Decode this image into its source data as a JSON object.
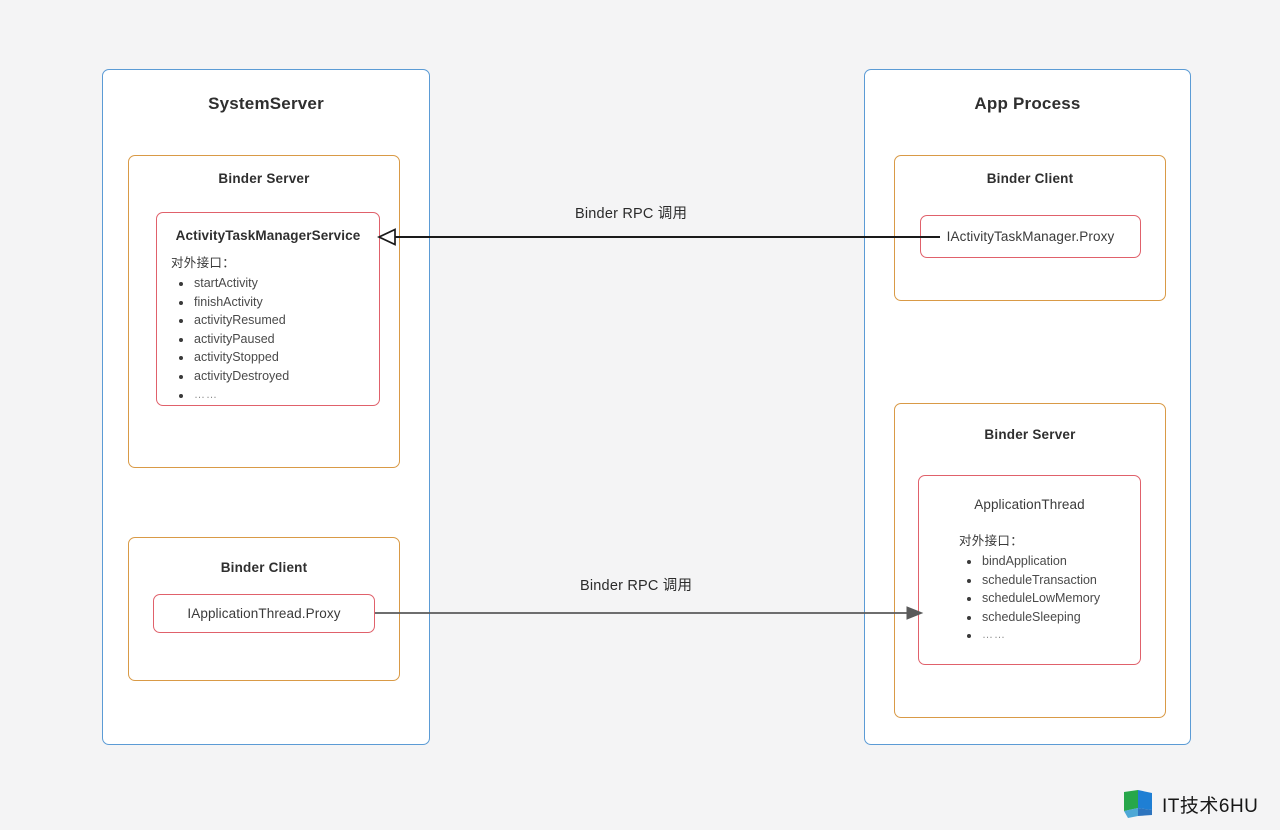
{
  "diagram": {
    "title_hidden": "",
    "background_color": "#f4f4f5",
    "colors": {
      "process_border": "#5b9bd5",
      "binder_border": "#d99a46",
      "interface_border": "#e0616b",
      "arrow_top": "#1a1a1a",
      "arrow_bottom": "#5a5a5a"
    }
  },
  "system_server": {
    "title": "SystemServer",
    "binder_server": {
      "title": "Binder Server",
      "interface": {
        "title": "ActivityTaskManagerService",
        "caption": "对外接口：",
        "methods": [
          "startActivity",
          "finishActivity",
          "activityResumed",
          "activityPaused",
          "activityStopped",
          "activityDestroyed",
          "……"
        ]
      }
    },
    "binder_client": {
      "title": "Binder Client",
      "proxy": {
        "title": "IApplicationThread.Proxy"
      }
    }
  },
  "app_process": {
    "title": "App Process",
    "binder_client": {
      "title": "Binder Client",
      "proxy": {
        "title": "IActivityTaskManager.Proxy"
      }
    },
    "binder_server": {
      "title": "Binder Server",
      "interface": {
        "title": "ApplicationThread",
        "caption": "对外接口：",
        "methods": [
          "bindApplication",
          "scheduleTransaction",
          "scheduleLowMemory",
          "scheduleSleeping",
          "……"
        ]
      }
    }
  },
  "connectors": [
    {
      "id": "rpc-top",
      "label": "Binder RPC 调用",
      "direction": "right-to-left",
      "from": "IActivityTaskManager.Proxy",
      "to": "ActivityTaskManagerService"
    },
    {
      "id": "rpc-bottom",
      "label": "Binder RPC 调用",
      "direction": "left-to-right",
      "from": "IApplicationThread.Proxy",
      "to": "ApplicationThread"
    }
  ],
  "watermark": {
    "text": "IT技术6HU",
    "icon": "flag-logo-icon"
  }
}
